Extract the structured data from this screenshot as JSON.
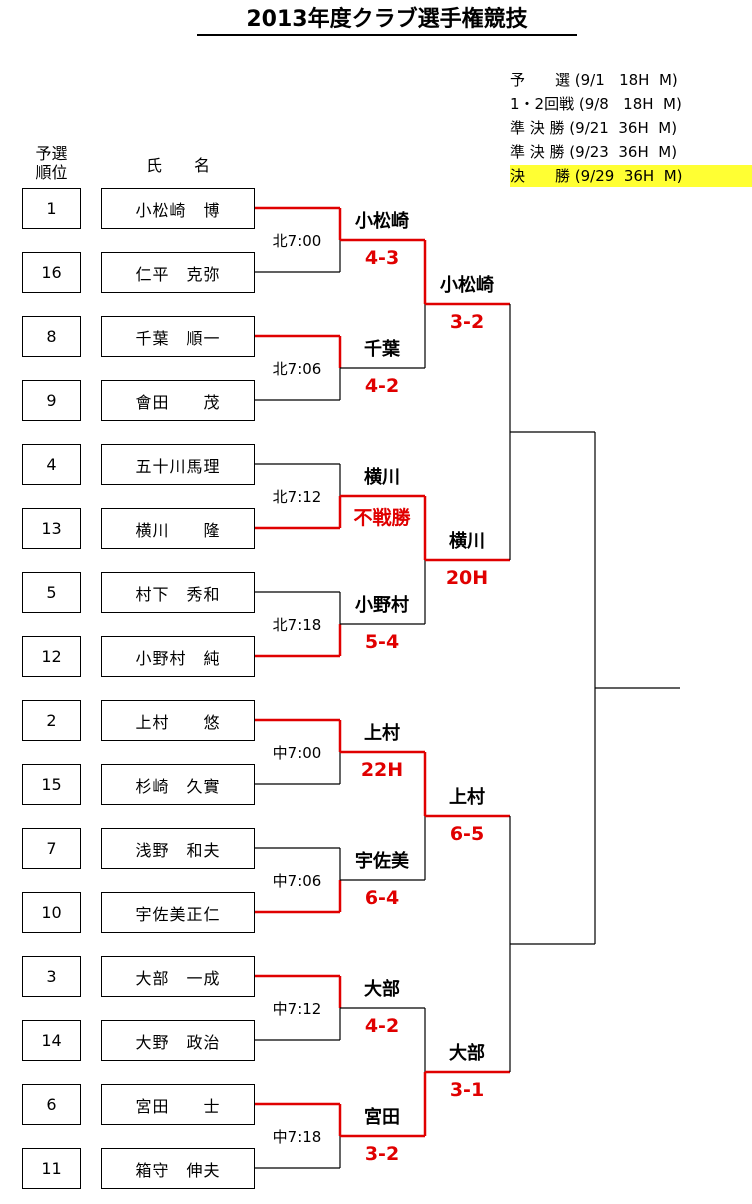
{
  "title": "2013年度クラブ選手権競技",
  "schedule": [
    {
      "text": "予　　選 (9/1   18H  M)",
      "highlight": false
    },
    {
      "text": "1・2回戦 (9/8   18H  M)",
      "highlight": false
    },
    {
      "text": "準 決 勝 (9/21  36H  M)",
      "highlight": false
    },
    {
      "text": "準 決 勝 (9/23  36H  M)",
      "highlight": false
    },
    {
      "text": "決　　勝 (9/29  36H  M)",
      "highlight": true
    }
  ],
  "headers": {
    "seed": "予選\n順位",
    "name": "氏　　名"
  },
  "players": [
    {
      "seed": "1",
      "name": "小松崎　博"
    },
    {
      "seed": "16",
      "name": "仁平　克弥"
    },
    {
      "seed": "8",
      "name": "千葉　順一"
    },
    {
      "seed": "9",
      "name": "會田　　茂"
    },
    {
      "seed": "4",
      "name": "五十川馬理"
    },
    {
      "seed": "13",
      "name": "横川　　隆"
    },
    {
      "seed": "5",
      "name": "村下　秀和"
    },
    {
      "seed": "12",
      "name": "小野村　純"
    },
    {
      "seed": "2",
      "name": "上村　　悠"
    },
    {
      "seed": "15",
      "name": "杉崎　久實"
    },
    {
      "seed": "7",
      "name": "浅野　和夫"
    },
    {
      "seed": "10",
      "name": "宇佐美正仁"
    },
    {
      "seed": "3",
      "name": "大部　一成"
    },
    {
      "seed": "14",
      "name": "大野　政治"
    },
    {
      "seed": "6",
      "name": "宮田　　士"
    },
    {
      "seed": "11",
      "name": "箱守　伸夫"
    }
  ],
  "round1": [
    {
      "time": "北7:00",
      "winner": "小松崎",
      "score": "4-3",
      "win_index": 0
    },
    {
      "time": "北7:06",
      "winner": "千葉",
      "score": "4-2",
      "win_index": 0
    },
    {
      "time": "北7:12",
      "winner": "横川",
      "score": "不戦勝",
      "win_index": 1
    },
    {
      "time": "北7:18",
      "winner": "小野村",
      "score": "5-4",
      "win_index": 1
    },
    {
      "time": "中7:00",
      "winner": "上村",
      "score": "22H",
      "win_index": 0
    },
    {
      "time": "中7:06",
      "winner": "宇佐美",
      "score": "6-4",
      "win_index": 1
    },
    {
      "time": "中7:12",
      "winner": "大部",
      "score": "4-2",
      "win_index": 0
    },
    {
      "time": "中7:18",
      "winner": "宮田",
      "score": "3-2",
      "win_index": 0
    }
  ],
  "round2": [
    {
      "winner": "小松崎",
      "score": "3-2",
      "win_index": 0
    },
    {
      "winner": "横川",
      "score": "20H",
      "win_index": 0
    },
    {
      "winner": "上村",
      "score": "6-5",
      "win_index": 0
    },
    {
      "winner": "大部",
      "score": "3-1",
      "win_index": 1
    }
  ],
  "colors": {
    "win_line": "#e00000",
    "lose_line": "#000000",
    "score": "#e00000",
    "highlight": "#ffff33"
  }
}
